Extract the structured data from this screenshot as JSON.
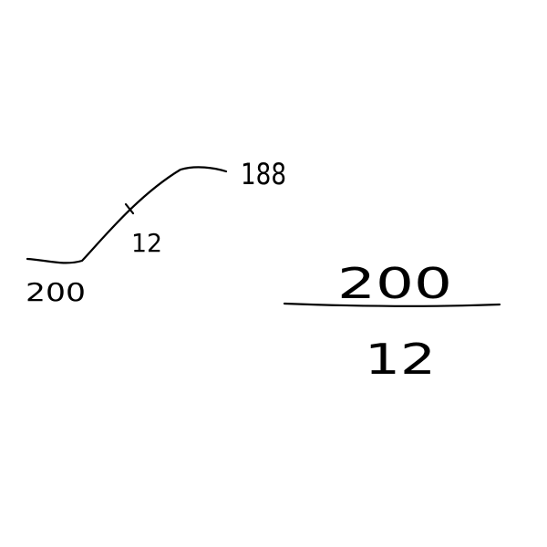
{
  "sketch": {
    "ink_color": "#000000",
    "background_color": "#ffffff",
    "curve_labels": {
      "start": "200",
      "middle": "12",
      "end": "188"
    },
    "fraction": {
      "numerator": "200",
      "denominator": "12"
    }
  }
}
